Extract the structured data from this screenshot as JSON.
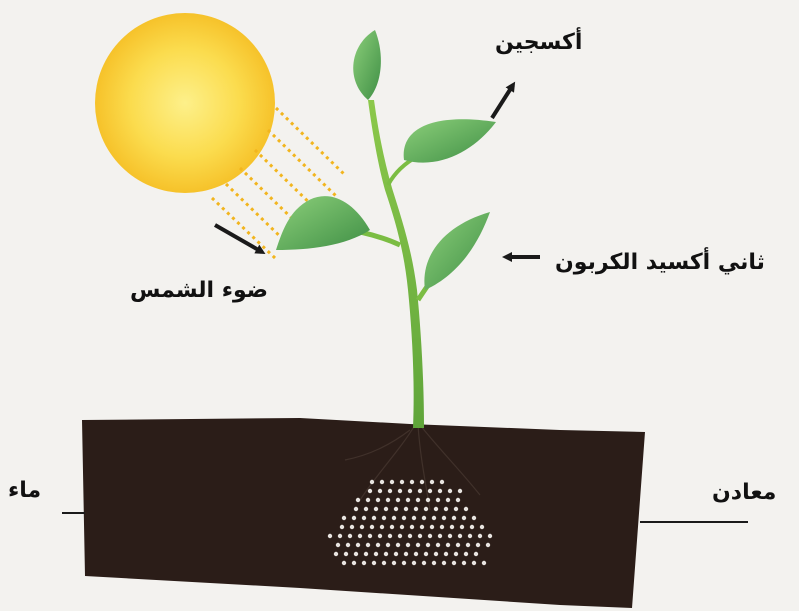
{
  "labels": {
    "oxygen": "أكسجين",
    "sunlight": "ضوء الشمس",
    "carbon_dioxide": "ثاني أكسيد الكربون",
    "water": "ماء",
    "minerals": "معادن"
  },
  "colors": {
    "background": "#f3f2ef",
    "sun_core": "#fbe87a",
    "sun_edge": "#f7c52c",
    "sun_rays": "#f2b51e",
    "leaf": "#6cb866",
    "stem": "#7bbd43",
    "soil": "#2b1d18",
    "soil_particles": "#e8e4e0",
    "arrows": "#1a1a1a"
  }
}
